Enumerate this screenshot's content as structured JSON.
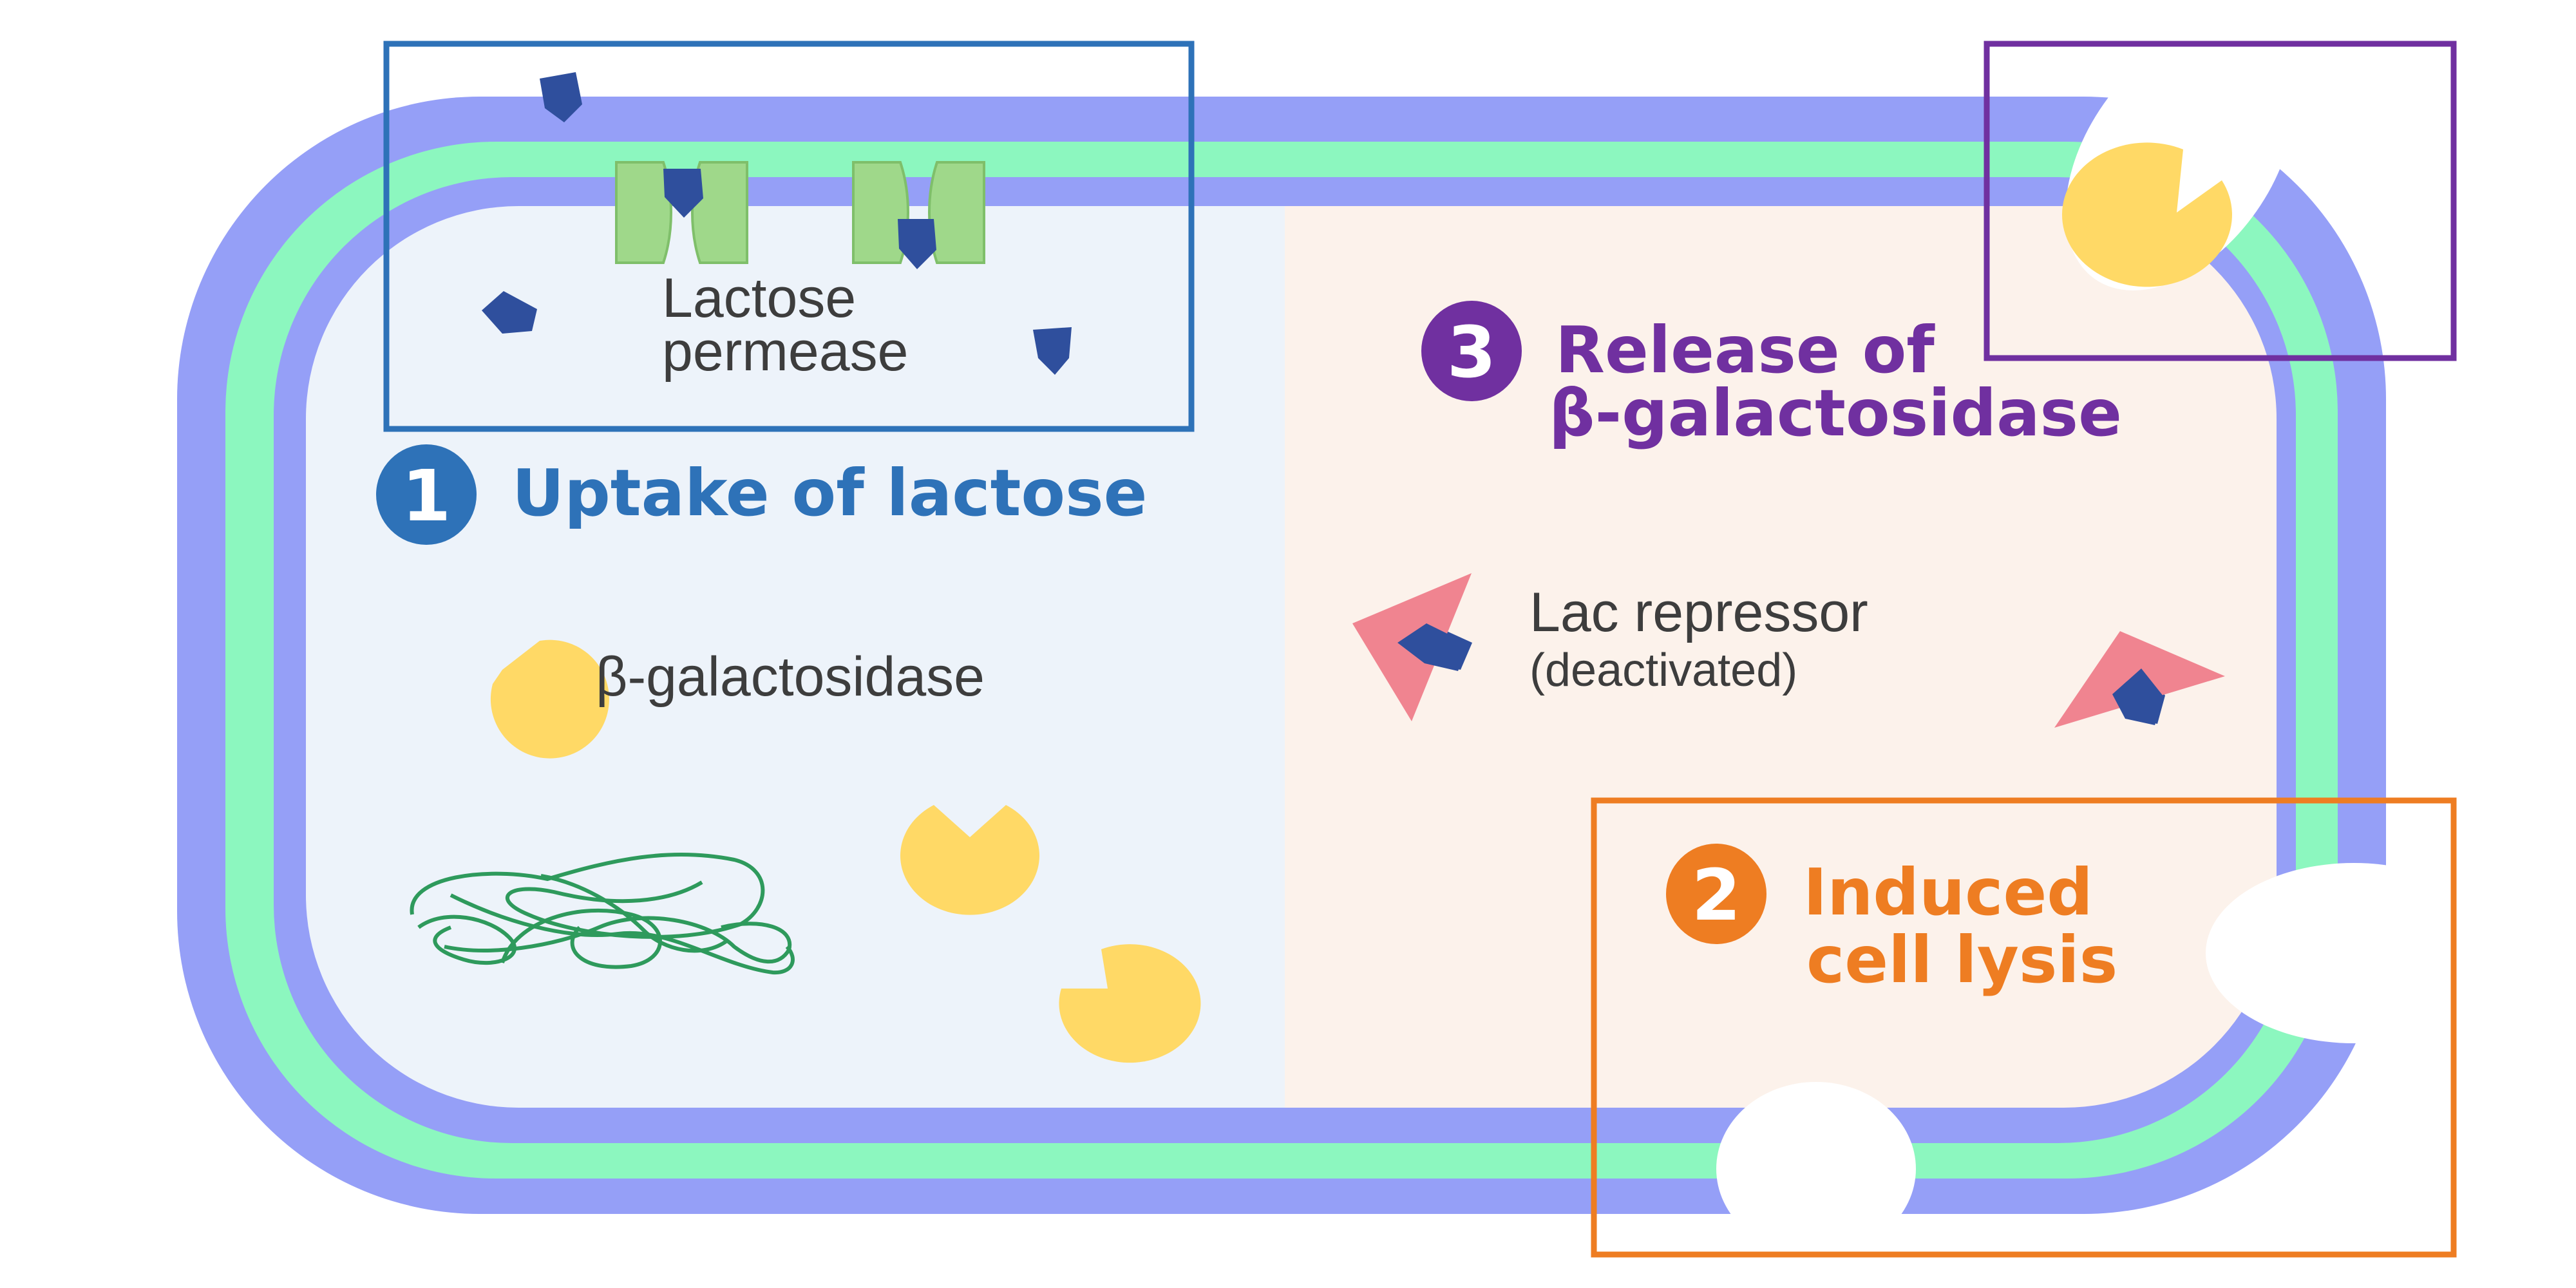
{
  "diagram": {
    "labels": {
      "lactose_permease_line1": "Lactose",
      "lactose_permease_line2": "permease",
      "beta_galactosidase": "β-galactosidase",
      "lac_repressor_line1": "Lac repressor",
      "lac_repressor_line2": "(deactivated)"
    },
    "steps": [
      {
        "number": "1",
        "title_line1": "Uptake of lactose",
        "title_line2": "",
        "color": "#2e72b8"
      },
      {
        "number": "2",
        "title_line1": "Induced",
        "title_line2": "cell lysis",
        "color": "#ee7d22"
      },
      {
        "number": "3",
        "title_line1": "Release of",
        "title_line2": "β-galactosidase",
        "color": "#7030a0"
      }
    ],
    "colors": {
      "outer_membrane": "#959ff7",
      "cell_wall": "#8cf7bf",
      "cytoplasm_left": "#edf3fa",
      "cytoplasm_right": "#fcf2eb",
      "beta_galactosidase": "#ffd966",
      "lactose": "#2f4f9d",
      "permease": "#9fd88a",
      "repressor": "#f08490",
      "dna": "#2e9a5c"
    },
    "icons": [
      "lactose-molecule-icon",
      "beta-galactosidase-icon",
      "lac-repressor-icon",
      "lactose-permease-icon",
      "dna-coil-icon"
    ]
  }
}
